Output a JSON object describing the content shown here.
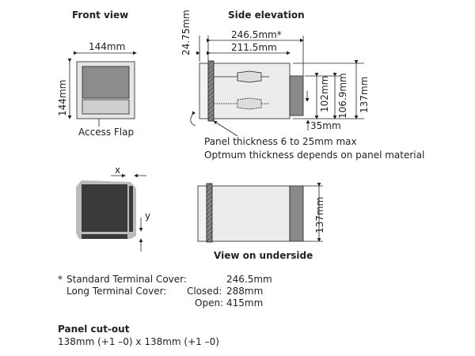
{
  "headings": {
    "front_view": "Front view",
    "side_elevation": "Side elevation",
    "underside": "View on underside",
    "panel_cutout": "Panel cut-out"
  },
  "front": {
    "width": "144mm",
    "height": "144mm",
    "access_flap": "Access Flap"
  },
  "side": {
    "bezel": "24.75mm",
    "overall": "246.5mm*",
    "case": "211.5mm",
    "d102": "102mm",
    "d106": "106.9mm",
    "d137": "137mm",
    "d35": "35mm",
    "note1": "Panel thickness 6 to 25mm max",
    "note2": "Optmum thickness depends on panel material"
  },
  "cutout": {
    "x": "x",
    "y": "y"
  },
  "underside": {
    "d137": "137mm"
  },
  "notes": {
    "star": "*",
    "standard_label": "Standard Terminal Cover:",
    "standard_value": "246.5mm",
    "long_label": "Long Terminal Cover:",
    "closed_label": "Closed:",
    "closed_value": "288mm",
    "open_label": "Open:",
    "open_value": "415mm"
  },
  "panel_cutout_value": "138mm (+1 –0) x 138mm (+1 –0)"
}
